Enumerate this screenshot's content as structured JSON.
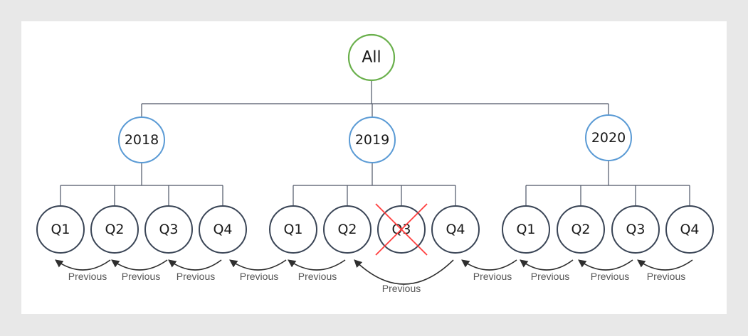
{
  "colors": {
    "root_stroke": "#6ab04c",
    "year_stroke": "#5b9bd5",
    "quarter_stroke": "#3a4556",
    "connector": "#4d5566",
    "arrow": "#2f2f2f",
    "cross": "#ff3b3b"
  },
  "tree": {
    "root": {
      "label": "All"
    },
    "years": [
      {
        "label": "2018",
        "quarters": [
          "Q1",
          "Q2",
          "Q3",
          "Q4"
        ]
      },
      {
        "label": "2019",
        "quarters": [
          "Q1",
          "Q2",
          "Q3",
          "Q4"
        ],
        "excluded_quarter": "Q3"
      },
      {
        "label": "2020",
        "quarters": [
          "Q1",
          "Q2",
          "Q3",
          "Q4"
        ]
      }
    ]
  },
  "arrows": [
    {
      "label": "Previous"
    },
    {
      "label": "Previous"
    },
    {
      "label": "Previous"
    },
    {
      "label": "Previous"
    },
    {
      "label": "Previous"
    },
    {
      "label": "Previous"
    },
    {
      "label": "Previous"
    },
    {
      "label": "Previous"
    },
    {
      "label": "Previous"
    },
    {
      "label": "Previous"
    }
  ]
}
